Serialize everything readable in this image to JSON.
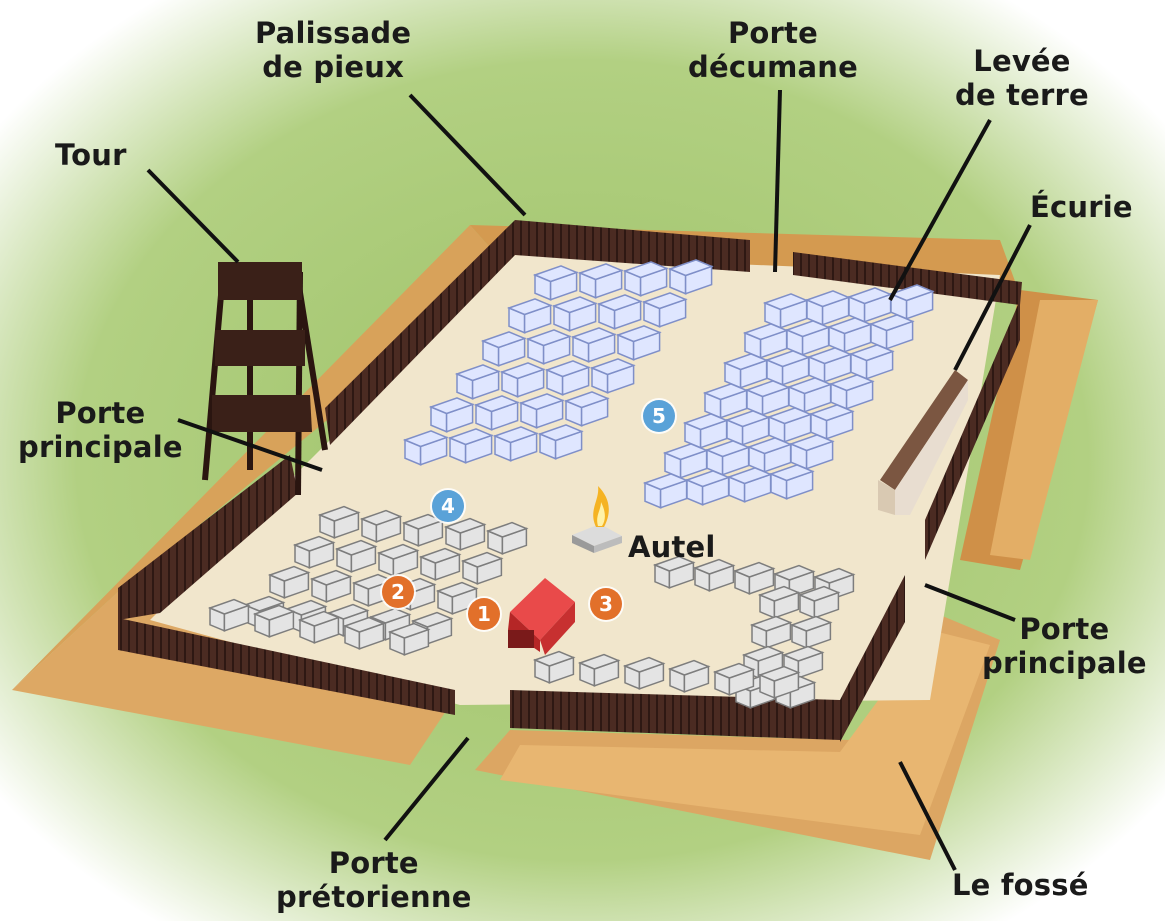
{
  "labels": {
    "tour": "Tour",
    "palissade": "Palissade\nde pieux",
    "porte_decumane": "Porte\ndécumane",
    "levee": "Levée\nde terre",
    "ecurie": "Écurie",
    "porte_principale_left": "Porte\nprincipale",
    "porte_principale_right": "Porte\nprincipale",
    "autel": "Autel",
    "porte_pretorienne": "Porte\nprétorienne",
    "fosse": "Le fossé"
  },
  "markers": {
    "m1": "1",
    "m2": "2",
    "m3": "3",
    "m4": "4",
    "m5": "5"
  },
  "colors": {
    "background": "#9fc46a",
    "ground": "#efe2c6",
    "earth_rampart": "#d9a35a",
    "palisade": "#4a2a22",
    "tent_blue": "#dfe6ff",
    "tent_gray": "#e4e4e4",
    "praetorium": "#d83434",
    "marker_orange": "#e2702a",
    "marker_blue": "#5aa2d8"
  }
}
